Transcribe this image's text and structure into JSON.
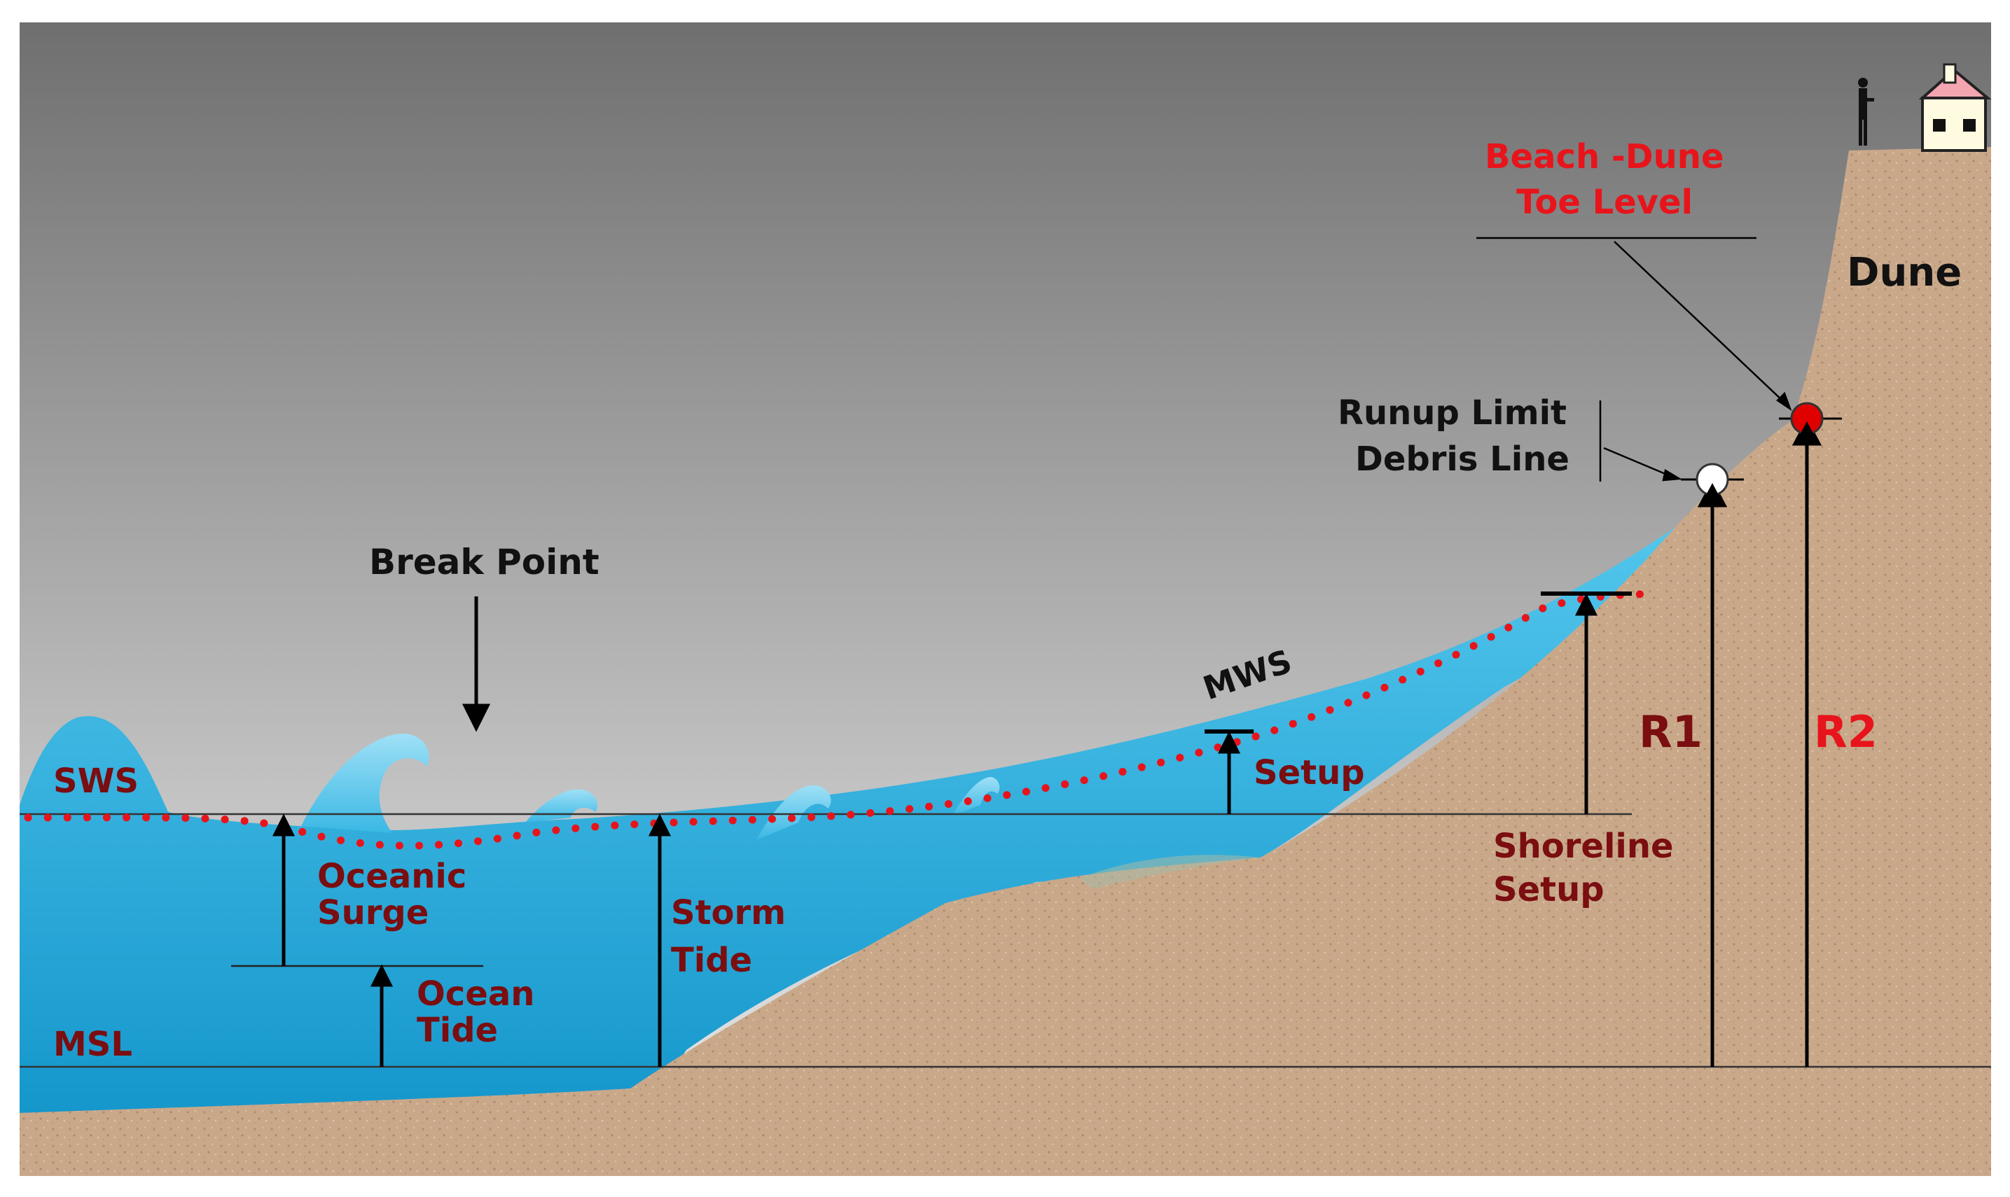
{
  "labels": {
    "break_point": "Break Point",
    "sws": "SWS",
    "msl": "MSL",
    "oceanic_surge_1": "Oceanic",
    "oceanic_surge_2": "Surge",
    "ocean_tide_1": "Ocean",
    "ocean_tide_2": "Tide",
    "storm_tide_1": "Storm",
    "storm_tide_2": "Tide",
    "mws": "MWS",
    "setup": "Setup",
    "shoreline_setup_1": "Shoreline",
    "shoreline_setup_2": "Setup",
    "r1": "R1",
    "r2": "R2",
    "runup_limit": "Runup Limit",
    "debris_line": "Debris Line",
    "beach_dune_1": "Beach -Dune",
    "beach_dune_2": "Toe Level",
    "dune": "Dune"
  },
  "colors": {
    "sky_top": "#6f6f6f",
    "sky_bottom": "#e6e6e6",
    "water_light": "#4fc6ec",
    "water_dark": "#1aa3d6",
    "sand": "#c9a88a",
    "sand_dark": "#b48f70",
    "label_dark_red": "#7a0e10",
    "label_red": "#e8141b",
    "dotted_line": "#e8141b"
  },
  "icons": {
    "house": "house-icon",
    "person": "person-icon",
    "runup_marker": "white-circle-marker",
    "toe_marker": "red-circle-marker"
  }
}
